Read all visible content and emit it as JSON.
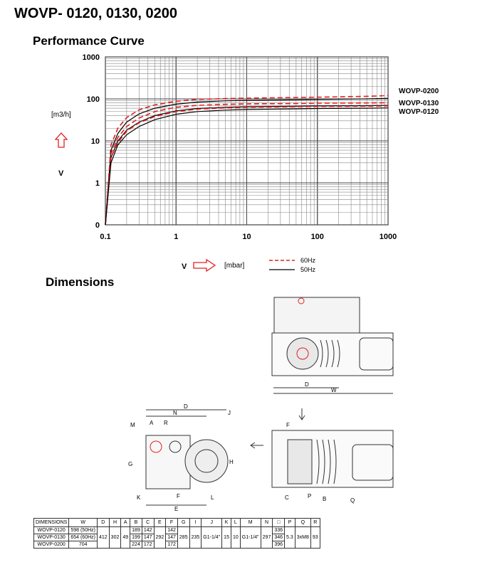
{
  "page": {
    "title": "WOVP- 0120, 0130, 0200",
    "performance_heading": "Performance Curve",
    "dimensions_heading": "Dimensions"
  },
  "chart_data": {
    "type": "line",
    "x_scale": "log",
    "y_scale": "log",
    "xlim": [
      0.1,
      1000
    ],
    "ylim": [
      0,
      1000
    ],
    "x_ticks": [
      "0.1",
      "1",
      "10",
      "100",
      "1000"
    ],
    "y_ticks": [
      "0",
      "1",
      "10",
      "100",
      "1000"
    ],
    "grid": true,
    "ylabel_unit": "[m3/h]",
    "ylabel_symbol": "V",
    "xlabel_symbol": "V",
    "xlabel_unit": "[mbar]",
    "legend": [
      {
        "label": "60Hz",
        "style": "dashed",
        "color": "#e02020"
      },
      {
        "label": "50Hz",
        "style": "solid",
        "color": "#000000"
      }
    ],
    "series_labels": [
      "WOVP-0200",
      "WOVP-0130",
      "WOVP-0120"
    ],
    "x": [
      0.1,
      0.12,
      0.15,
      0.2,
      0.3,
      0.5,
      1,
      2,
      5,
      10,
      50,
      100,
      500,
      1000
    ],
    "series": [
      {
        "name": "WOVP-0200",
        "frequency": "60Hz",
        "style": "dashed",
        "values": [
          0,
          8,
          20,
          36,
          55,
          72,
          88,
          97,
          102,
          104,
          108,
          110,
          115,
          120
        ]
      },
      {
        "name": "WOVP-0200",
        "frequency": "50Hz",
        "style": "solid",
        "values": [
          0,
          6,
          15,
          28,
          44,
          60,
          75,
          84,
          90,
          92,
          95,
          97,
          100,
          103
        ]
      },
      {
        "name": "WOVP-0130",
        "frequency": "60Hz",
        "style": "dashed",
        "values": [
          0,
          5,
          12,
          22,
          35,
          50,
          63,
          70,
          74,
          76,
          78,
          79,
          80,
          81
        ]
      },
      {
        "name": "WOVP-0130",
        "frequency": "50Hz",
        "style": "solid",
        "values": [
          0,
          4,
          10,
          18,
          28,
          40,
          52,
          59,
          63,
          65,
          67,
          68,
          69,
          70
        ]
      },
      {
        "name": "WOVP-0120",
        "frequency": "60Hz",
        "style": "dashed",
        "values": [
          0,
          4,
          9,
          17,
          27,
          38,
          50,
          57,
          61,
          63,
          65,
          66,
          67,
          68
        ]
      },
      {
        "name": "WOVP-0120",
        "frequency": "50Hz",
        "style": "solid",
        "values": [
          0,
          3,
          8,
          14,
          22,
          32,
          43,
          50,
          54,
          56,
          58,
          59,
          60,
          61
        ]
      }
    ]
  },
  "drawing_labels": {
    "side_view": [
      "D",
      "W"
    ],
    "front_view": [
      "D",
      "N",
      "J",
      "M",
      "A",
      "R",
      "G",
      "H",
      "K",
      "F",
      "E",
      "L"
    ],
    "right_view": [
      "F",
      "C",
      "P",
      "B",
      "Q"
    ]
  },
  "table": {
    "headers": [
      "DIMENSIONS",
      "W",
      "D",
      "H",
      "A",
      "B",
      "C",
      "E",
      "F",
      "G",
      "I",
      "J",
      "K",
      "L",
      "M",
      "N",
      "□",
      "P",
      "Q",
      "R"
    ],
    "models": [
      "WOVP-0120",
      "WOVP-0130",
      "WOVP-0200"
    ],
    "W": [
      "598 (50Hz)",
      "654 (60Hz)",
      "704"
    ],
    "B": [
      "189",
      "199",
      "224"
    ],
    "C": [
      "142",
      "147",
      "172"
    ],
    "F": [
      "142",
      "147",
      "172"
    ],
    "box": [
      "336",
      "346",
      "396"
    ],
    "shared": {
      "D": "412",
      "H": "302",
      "A": "49",
      "E": "292",
      "G": "285",
      "I": "235",
      "J": "G1-1/4\"",
      "K": "15",
      "L": "10",
      "M": "G1-1/4\"",
      "N": "297",
      "P": "5.3",
      "Q": "3xM8",
      "R": "93"
    }
  }
}
